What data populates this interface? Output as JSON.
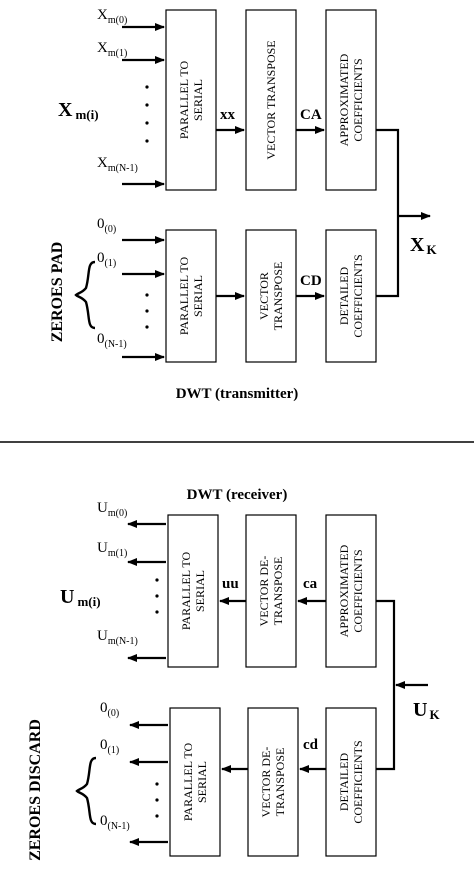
{
  "transmitter": {
    "title": "DWT (transmitter)",
    "x_group_label": "X",
    "x_group_sub": "m(i)",
    "inputs": [
      {
        "base": "X",
        "sub": "m(0)"
      },
      {
        "base": "X",
        "sub": "m(1)"
      },
      {
        "base": "X",
        "sub": "m(N-1)"
      }
    ],
    "zero_pad_label": "ZEROES PAD",
    "zero_inputs": [
      {
        "base": "0",
        "sub": "(0)"
      },
      {
        "base": "0",
        "sub": "(1)"
      },
      {
        "base": "0",
        "sub": "(N-1)"
      }
    ],
    "blocks": {
      "p2s_top": [
        "PARALLEL TO",
        "SERIAL"
      ],
      "vt_top": [
        "VECTOR TRANSPOSE"
      ],
      "approx": [
        "APPROXIMATED",
        "COEFFICIENTS"
      ],
      "p2s_bottom": [
        "PARALLEL TO",
        "SERIAL"
      ],
      "vt_bottom": [
        "VECTOR",
        "TRANSPOSE"
      ],
      "detail": [
        "DETAILED",
        "COEFFICIENTS"
      ]
    },
    "signals": {
      "xx": "xx",
      "ca": "CA",
      "cd": "CD"
    },
    "output_base": "X",
    "output_sub": "K"
  },
  "receiver": {
    "title": "DWT (receiver)",
    "u_group_label": "U",
    "u_group_sub": "m(i)",
    "outputs": [
      {
        "base": "U",
        "sub": "m(0)"
      },
      {
        "base": "U",
        "sub": "m(1)"
      },
      {
        "base": "U",
        "sub": "m(N-1)"
      }
    ],
    "zero_discard_label": "ZEROES DISCARD",
    "zero_outputs": [
      {
        "base": "0",
        "sub": "(0)"
      },
      {
        "base": "0",
        "sub": "(1)"
      },
      {
        "base": "0",
        "sub": "(N-1)"
      }
    ],
    "blocks": {
      "p2s_top": [
        "PARALLEL TO",
        "SERIAL"
      ],
      "vdt_top": [
        "VECTOR DE-",
        "TRANSPOSE"
      ],
      "approx": [
        "APPROXIMATED",
        "COEFFICIENTS"
      ],
      "p2s_bottom": [
        "PARALLEL TO",
        "SERIAL"
      ],
      "vdt_bottom": [
        "VECTOR DE-",
        "TRANSPOSE"
      ],
      "detail": [
        "DETAILED",
        "COEFFICIENTS"
      ]
    },
    "signals": {
      "uu": "uu",
      "ca": "ca",
      "cd": "cd"
    },
    "input_base": "U",
    "input_sub": "K"
  }
}
